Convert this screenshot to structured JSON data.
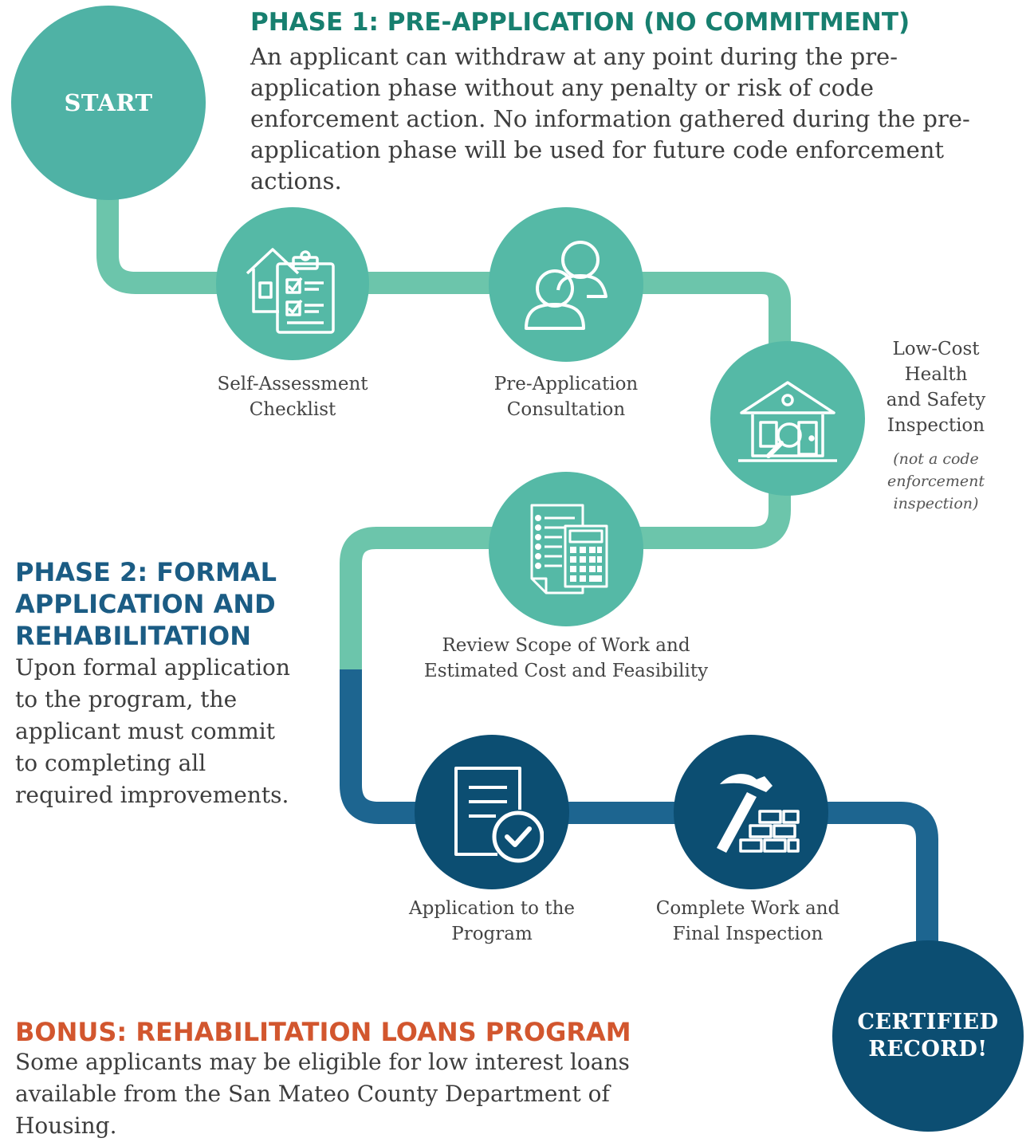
{
  "colors": {
    "teal": "#55b9a6",
    "teal_path": "#6cc5ab",
    "navy": "#0c4e72",
    "navy_path": "#1d6590",
    "phase1_heading": "#177f6f",
    "phase2_heading": "#1b5c84",
    "bonus_heading": "#d2562e"
  },
  "start": {
    "label": "START"
  },
  "end": {
    "label_line1": "CERTIFIED",
    "label_line2": "RECORD!"
  },
  "phase1": {
    "title": "PHASE 1: PRE-APPLICATION (NO COMMITMENT)",
    "description": "An applicant can withdraw at any point during the pre-application phase without any penalty or risk of code enforcement action. No information gathered during the pre-application phase will be used for future code enforcement actions."
  },
  "phase2": {
    "title_line1": "PHASE 2: FORMAL",
    "title_line2": "APPLICATION AND",
    "title_line3": "REHABILITATION",
    "description": "Upon formal application to the program, the applicant must commit to completing all required improvements."
  },
  "bonus": {
    "title": "BONUS: REHABILITATION LOANS PROGRAM",
    "description": "Some applicants may be eligible for low interest loans available from the San Mateo County Department of Housing."
  },
  "steps": {
    "self_assessment": {
      "line1": "Self-Assessment",
      "line2": "Checklist",
      "icon": "house-checklist-icon"
    },
    "consultation": {
      "line1": "Pre-Application",
      "line2": "Consultation",
      "icon": "people-icon"
    },
    "inspection": {
      "line1": "Low-Cost",
      "line2": "Health",
      "line3": "and Safety",
      "line4": "Inspection",
      "note_line1": "(not a code",
      "note_line2": "enforcement",
      "note_line3": "inspection)",
      "icon": "house-magnifier-icon"
    },
    "review": {
      "line1": "Review Scope of Work and",
      "line2": "Estimated Cost and Feasibility",
      "icon": "calculator-document-icon"
    },
    "application": {
      "line1": "Application to the",
      "line2": "Program",
      "icon": "document-check-icon"
    },
    "complete": {
      "line1": "Complete Work and",
      "line2": "Final Inspection",
      "icon": "hammer-bricks-icon"
    }
  }
}
